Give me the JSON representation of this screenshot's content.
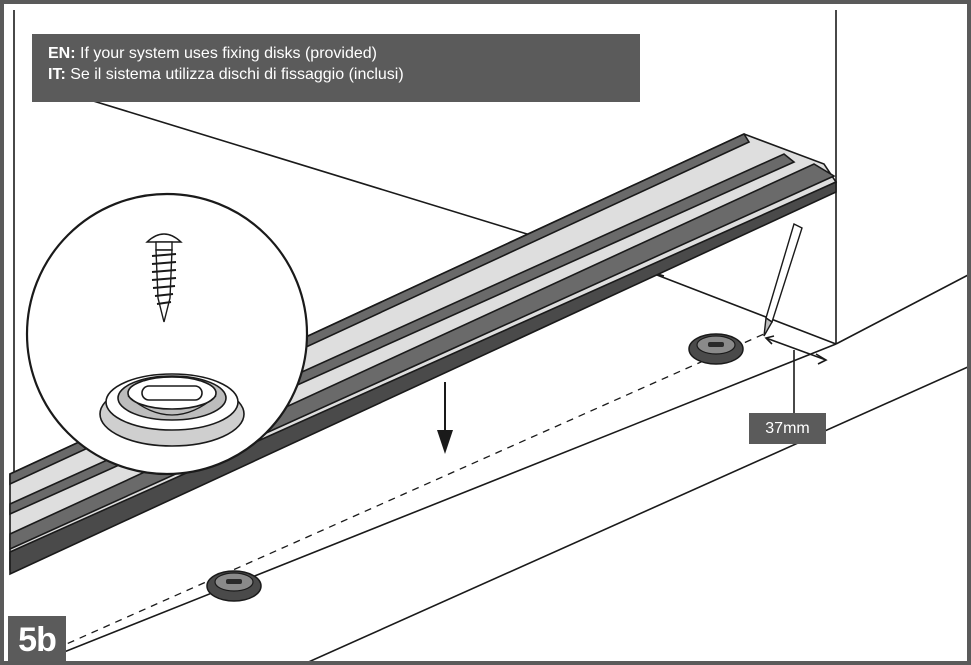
{
  "caption": {
    "en_prefix": "EN:",
    "en_text": " If your system uses fixing disks (provided)",
    "it_prefix": "IT:",
    "it_text": " Se il sistema utilizza dischi di fissaggio (inclusi)"
  },
  "measurement": {
    "label": "37mm"
  },
  "step": {
    "label": "5b"
  },
  "colors": {
    "frame": "#5a5a5a",
    "label_bg": "#5b5b5b",
    "label_text": "#ffffff",
    "rail_fill": "#dcdcdc",
    "line": "#1a1a1a"
  },
  "icons": [
    "screw-icon",
    "fixing-disk-icon",
    "pencil-icon",
    "down-arrow-icon"
  ]
}
